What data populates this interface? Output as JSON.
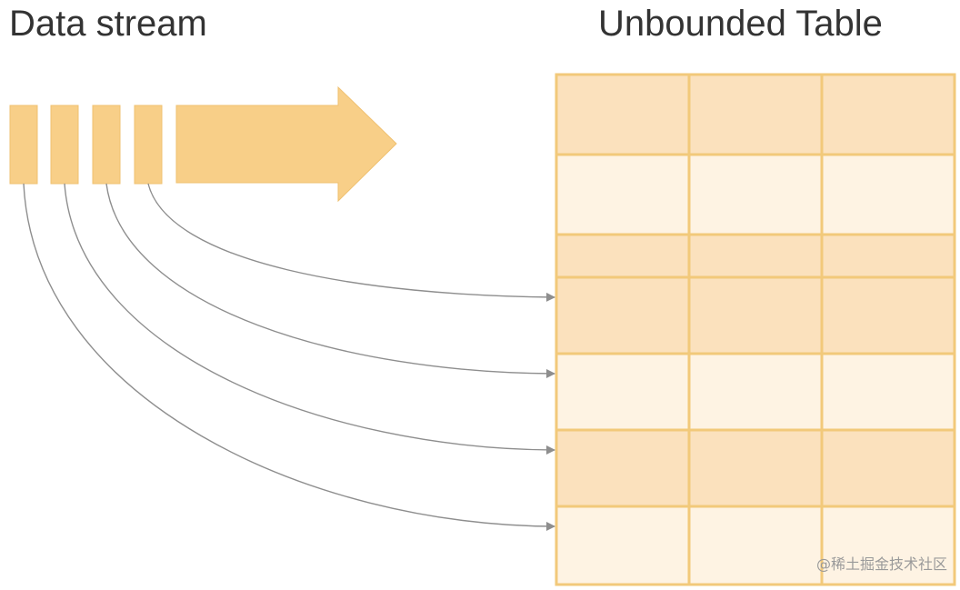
{
  "titles": {
    "left": "Data stream",
    "right": "Unbounded Table"
  },
  "colors": {
    "block_fill": "#f8cf88",
    "block_stroke": "#efc070",
    "table_grid": "#f2c97a",
    "row_dark": "#fbe1bd",
    "row_light": "#fef3e3",
    "connector": "#8e8e8e"
  },
  "stream": {
    "block_count": 4
  },
  "table": {
    "columns": 3,
    "rows": 7,
    "row_tones": [
      "dark",
      "light",
      "dark",
      "dark",
      "light",
      "dark",
      "light"
    ]
  },
  "watermark": "@稀土掘金技术社区"
}
